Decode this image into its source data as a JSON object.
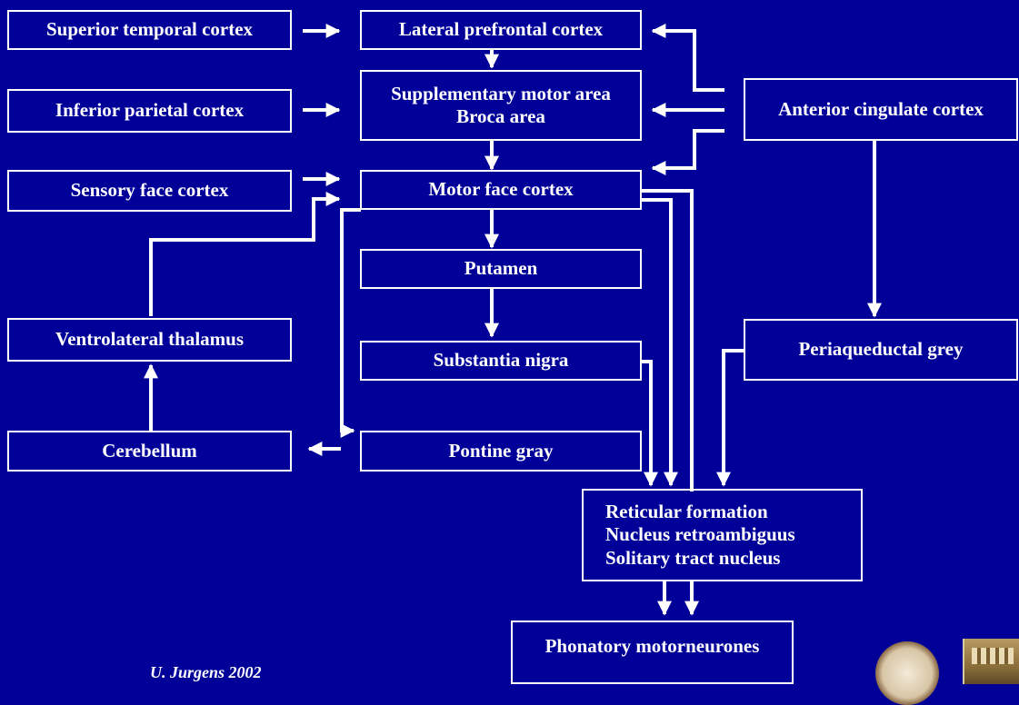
{
  "nodes": {
    "superior_temporal": "Superior temporal cortex",
    "lateral_prefrontal": "Lateral prefrontal cortex",
    "inferior_parietal": "Inferior parietal cortex",
    "sma_line1": "Supplementary motor area",
    "sma_line2": "Broca area",
    "anterior_cingulate": "Anterior cingulate cortex",
    "sensory_face": "Sensory face cortex",
    "motor_face": "Motor face cortex",
    "putamen": "Putamen",
    "ventrolateral_thalamus": "Ventrolateral thalamus",
    "substantia_nigra": "Substantia nigra",
    "periaqueductal_grey": "Periaqueductal grey",
    "cerebellum": "Cerebellum",
    "pontine_gray": "Pontine gray",
    "reticular_line1": "Reticular formation",
    "reticular_line2": "Nucleus retroambiguus",
    "reticular_line3": "Solitary tract nucleus",
    "phonatory": "Phonatory motorneurones"
  },
  "footer": {
    "credit": "U. Jurgens 2002"
  },
  "colors": {
    "background": "#000099",
    "foreground": "#ffffff"
  }
}
